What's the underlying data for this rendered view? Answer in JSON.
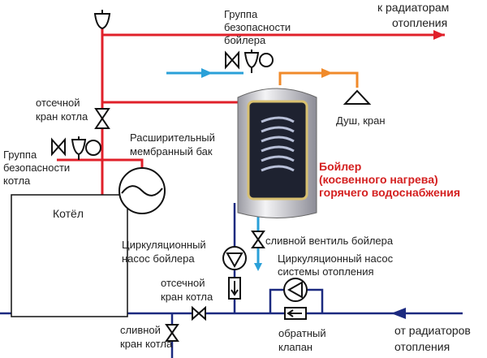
{
  "labels": {
    "to_radiators": [
      "к радиаторам",
      "отопления"
    ],
    "boiler_safety_group": [
      "Группа",
      "безопасности",
      "бойлера"
    ],
    "boiler_cutoff_top": [
      "отсечной",
      "кран котла"
    ],
    "boiler_safety_group_kotel": [
      "Группа",
      "безопасности",
      "котла"
    ],
    "expansion_tank": [
      "Расширительный",
      "мембранный бак"
    ],
    "shower": "Душ, кран",
    "water_heater": [
      "Бойлер",
      "(косвенного нагрева)",
      "горячего водоснабжения"
    ],
    "kotel": "Котёл",
    "boiler_pump": [
      "Циркуляционный",
      "насос бойлера"
    ],
    "boiler_drain": "сливной вентиль бойлера",
    "heating_pump": [
      "Циркуляционный насос",
      "системы отопления"
    ],
    "cutoff_bottom": [
      "отсечной",
      "кран котла"
    ],
    "kotel_drain": [
      "сливной",
      "кран котла"
    ],
    "check_valve": [
      "обратный",
      "клапан"
    ],
    "from_radiators": [
      "от радиаторов",
      "отопления"
    ]
  },
  "colors": {
    "supply": "#e0202a",
    "return": "#1c2a80",
    "cold_water": "#2aa0d8",
    "hot_water": "#f08a2a",
    "heater_title": "#d42020"
  }
}
